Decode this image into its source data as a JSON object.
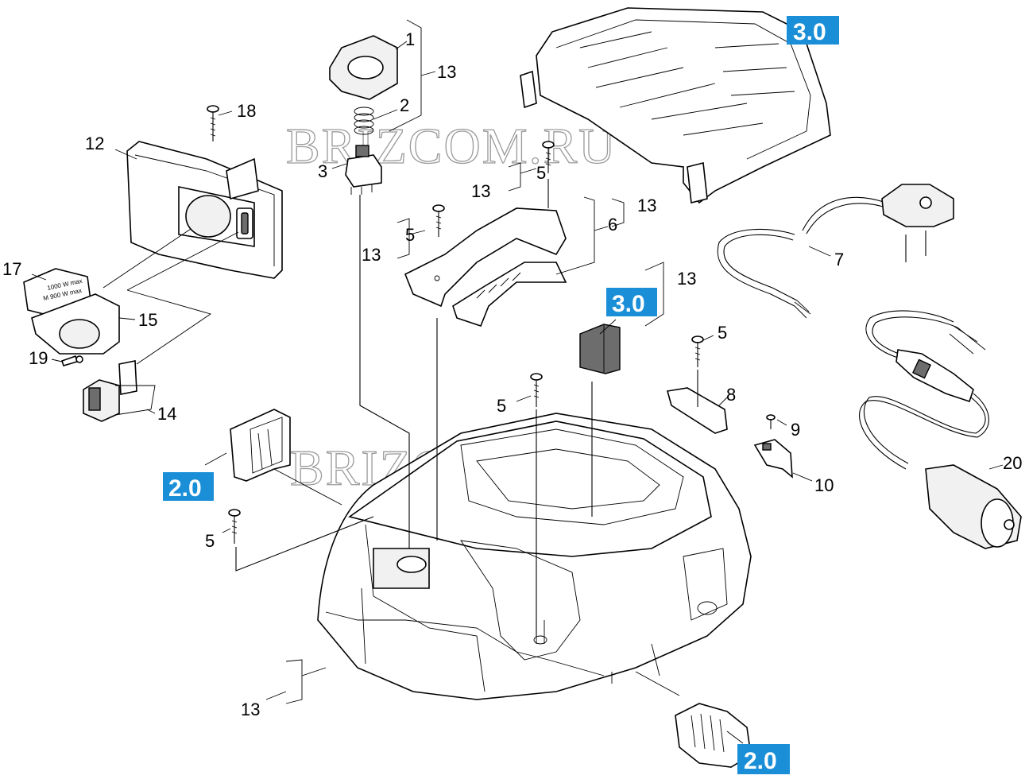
{
  "diagram": {
    "watermark": "BRIZCOM.RU",
    "badge_color": "#1a8fd8",
    "part_labels": {
      "p1": "1",
      "p2": "2",
      "p3": "3",
      "p5": "5",
      "p6": "6",
      "p7": "7",
      "p8": "8",
      "p9": "9",
      "p10": "10",
      "p12": "12",
      "p13": "13",
      "p14": "14",
      "p15": "15",
      "p17": "17",
      "p18": "18",
      "p19": "19",
      "p20": "20"
    },
    "badges": {
      "b30": "3.0",
      "b20": "2.0"
    },
    "socket_text": [
      "1000 W max",
      "M 900 W max"
    ]
  }
}
